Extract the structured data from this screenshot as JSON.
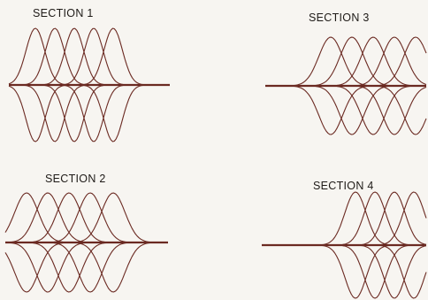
{
  "sections": [
    {
      "id": "section-1",
      "label": "SECTION 1"
    },
    {
      "id": "section-2",
      "label": "SECTION 2"
    },
    {
      "id": "section-3",
      "label": "SECTION 3"
    },
    {
      "id": "section-4",
      "label": "SECTION 4"
    }
  ],
  "colors": {
    "trace": "#6b2a22",
    "label": "#1e1a17",
    "paper": "#f7f5f1"
  }
}
